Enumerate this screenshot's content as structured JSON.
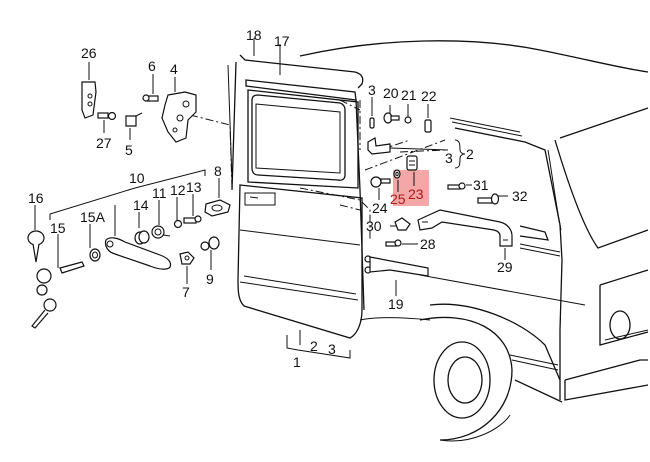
{
  "diagram": {
    "title": "Sliding door parts diagram (van)",
    "highlight_color": "#f08a8a",
    "highlighted_parts": [
      "23",
      "25"
    ],
    "labels": [
      {
        "id": "1",
        "text": "1"
      },
      {
        "id": "2a",
        "text": "2"
      },
      {
        "id": "3a",
        "text": "3"
      },
      {
        "id": "2b",
        "text": "2"
      },
      {
        "id": "3b",
        "text": "3"
      },
      {
        "id": "3c",
        "text": "3"
      },
      {
        "id": "4",
        "text": "4"
      },
      {
        "id": "5",
        "text": "5"
      },
      {
        "id": "6",
        "text": "6"
      },
      {
        "id": "7",
        "text": "7"
      },
      {
        "id": "8",
        "text": "8"
      },
      {
        "id": "9",
        "text": "9"
      },
      {
        "id": "10",
        "text": "10"
      },
      {
        "id": "11",
        "text": "11"
      },
      {
        "id": "12",
        "text": "12"
      },
      {
        "id": "13",
        "text": "13"
      },
      {
        "id": "14",
        "text": "14"
      },
      {
        "id": "15",
        "text": "15"
      },
      {
        "id": "15A",
        "text": "15A"
      },
      {
        "id": "16",
        "text": "16"
      },
      {
        "id": "17",
        "text": "17"
      },
      {
        "id": "18",
        "text": "18"
      },
      {
        "id": "19",
        "text": "19"
      },
      {
        "id": "20",
        "text": "20"
      },
      {
        "id": "21",
        "text": "21"
      },
      {
        "id": "22",
        "text": "22"
      },
      {
        "id": "23",
        "text": "23"
      },
      {
        "id": "24",
        "text": "24"
      },
      {
        "id": "25",
        "text": "25"
      },
      {
        "id": "26",
        "text": "26"
      },
      {
        "id": "27",
        "text": "27"
      },
      {
        "id": "28",
        "text": "28"
      },
      {
        "id": "29",
        "text": "29"
      },
      {
        "id": "30",
        "text": "30"
      },
      {
        "id": "31",
        "text": "31"
      },
      {
        "id": "32",
        "text": "32"
      }
    ]
  }
}
